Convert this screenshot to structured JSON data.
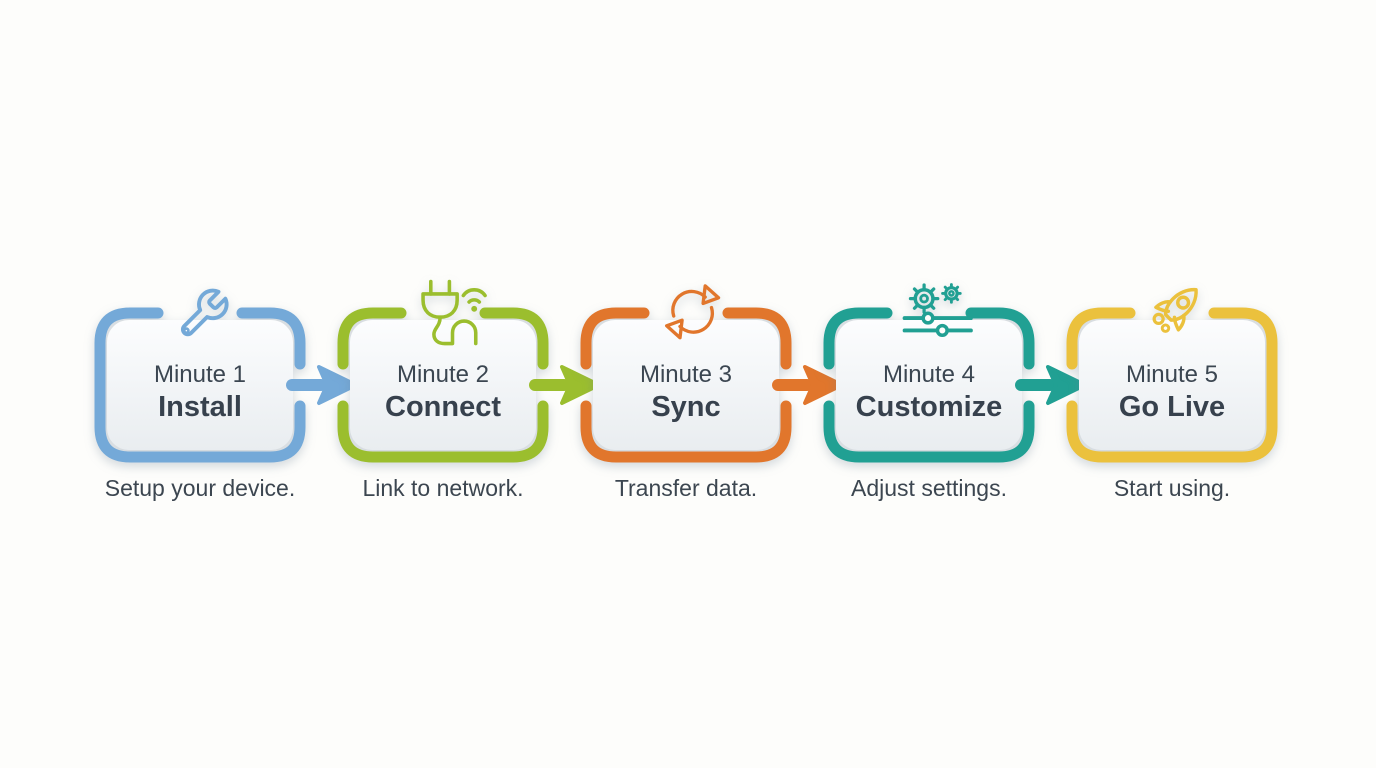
{
  "diagram": {
    "kind": "5-step horizontal process timeline",
    "background_color": "#fdfdfb",
    "text_color": "#3b4651"
  },
  "steps": [
    {
      "minute_label": "Minute 1",
      "title": "Install",
      "caption": "Setup your device.",
      "color": "#74a9d8",
      "icon": "wrench-icon"
    },
    {
      "minute_label": "Minute 2",
      "title": "Connect",
      "caption": "Link to network.",
      "color": "#9bbe2e",
      "icon": "plug-wifi-icon"
    },
    {
      "minute_label": "Minute 3",
      "title": "Sync",
      "caption": "Transfer data.",
      "color": "#e1762c",
      "icon": "sync-arrows-icon"
    },
    {
      "minute_label": "Minute 4",
      "title": "Customize",
      "caption": "Adjust settings.",
      "color": "#21a093",
      "icon": "gears-sliders-icon"
    },
    {
      "minute_label": "Minute 5",
      "title": "Go Live",
      "caption": "Start using.",
      "color": "#ebc13d",
      "icon": "rocket-icon"
    }
  ]
}
